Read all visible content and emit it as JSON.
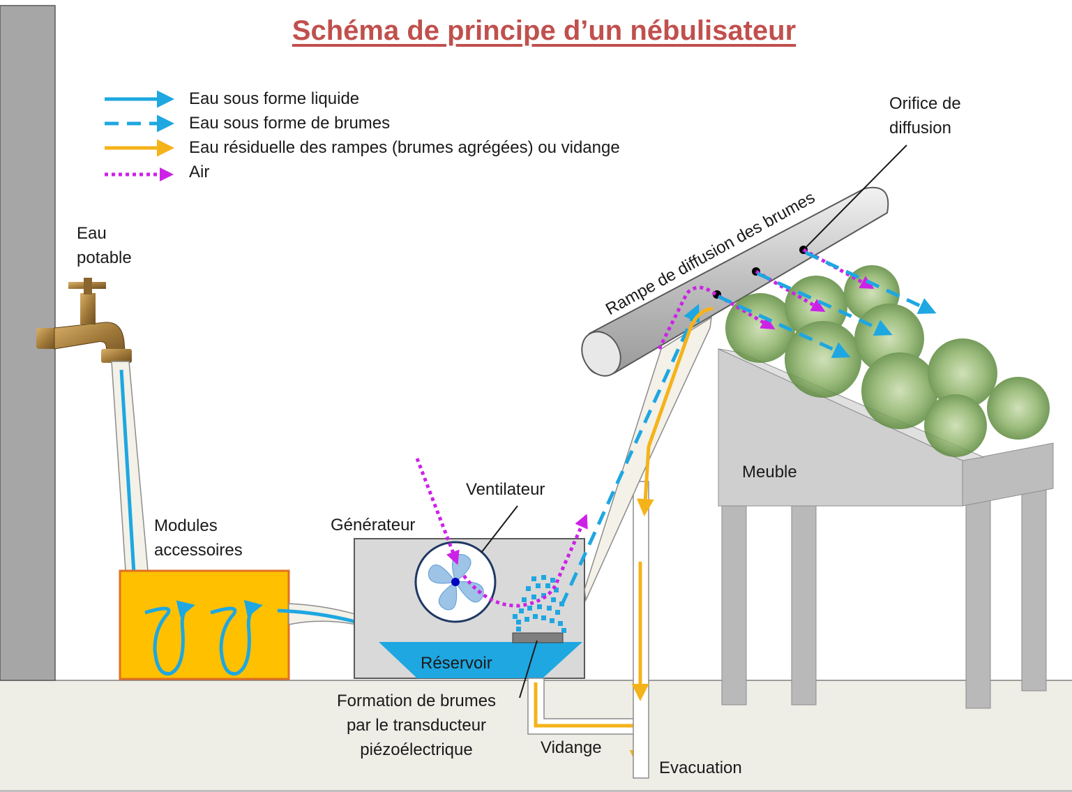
{
  "title": "Schéma de principe d’un nébulisateur",
  "legend": [
    {
      "label": "Eau sous forme liquide",
      "color": "#1ea7e1",
      "style": "solid"
    },
    {
      "label": "Eau sous forme de brumes",
      "color": "#1ea7e1",
      "style": "dashed"
    },
    {
      "label": "Eau résiduelle des rampes (brumes agrégées) ou vidange",
      "color": "#f5b31a",
      "style": "solid"
    },
    {
      "label": "Air",
      "color": "#cc22e6",
      "style": "dotted"
    }
  ],
  "labels": {
    "eau_potable": "Eau\npotable",
    "modules": "Modules\naccessoires",
    "generateur": "Générateur",
    "ventilateur": "Ventilateur",
    "reservoir": "Réservoir",
    "formation": "Formation de brumes\npar le transducteur\npiézoélectrique",
    "vidange": "Vidange",
    "evacuation": "Evacuation",
    "meuble": "Meuble",
    "orifice": "Orifice de\ndiffusion",
    "rampe": "Rampe de diffusion des brumes"
  },
  "colors": {
    "title": "#c0504d",
    "water": "#1ea7e1",
    "residual": "#f5b31a",
    "air": "#cc22e6",
    "module_box": "#ffc000",
    "module_border": "#e07020",
    "wall": "#a6a6a6",
    "floor": "#eeede6"
  }
}
